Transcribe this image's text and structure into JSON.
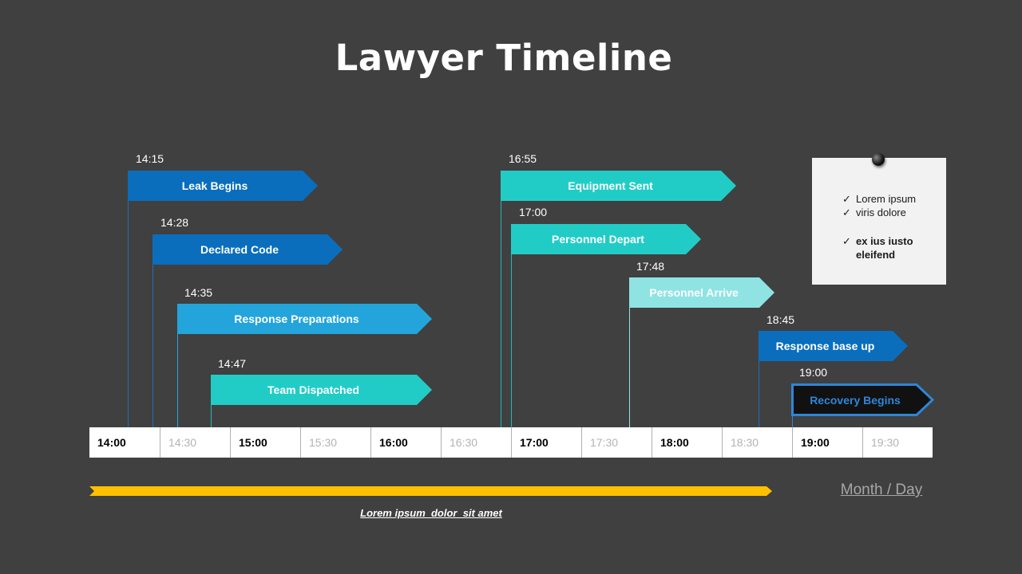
{
  "title": "Lawyer Timeline",
  "events": [
    {
      "time": "14:15",
      "label": "Leak Begins",
      "color": "#0a6ebd"
    },
    {
      "time": "14:28",
      "label": "Declared Code",
      "color": "#0a6ebd"
    },
    {
      "time": "14:35",
      "label": "Response Preparations",
      "color": "#23a5dc"
    },
    {
      "time": "14:47",
      "label": "Team Dispatched",
      "color": "#22ccc6"
    },
    {
      "time": "16:55",
      "label": "Equipment Sent",
      "color": "#22ccc6"
    },
    {
      "time": "17:00",
      "label": "Personnel Depart",
      "color": "#22ccc6"
    },
    {
      "time": "17:48",
      "label": "Personnel Arrive",
      "color": "#8fe3e3"
    },
    {
      "time": "18:45",
      "label": "Response base up",
      "color": "#0a6ebd"
    },
    {
      "time": "19:00",
      "label": "Recovery Begins",
      "color": "#111111",
      "outline": "#2e86d6"
    }
  ],
  "axis_ticks": [
    "14:00",
    "14:30",
    "15:00",
    "15:30",
    "16:00",
    "16:30",
    "17:00",
    "17:30",
    "18:00",
    "18:30",
    "19:00",
    "19:30"
  ],
  "note": {
    "items": [
      {
        "text": "Lorem ipsum",
        "bold": false
      },
      {
        "text": "viris dolore",
        "bold": false
      },
      {
        "text": "ex ius iusto",
        "bold": true
      }
    ],
    "continuation": "eleifend",
    "check_glyph": "✓"
  },
  "caption": "Lorem ipsum  dolor  sit amet",
  "month_day": "Month / Day",
  "progress": {
    "fraction": 0.81,
    "color": "#ffc000"
  },
  "line_colors": {
    "blue": "#1f6fbf",
    "teal": "#22b8b8"
  }
}
